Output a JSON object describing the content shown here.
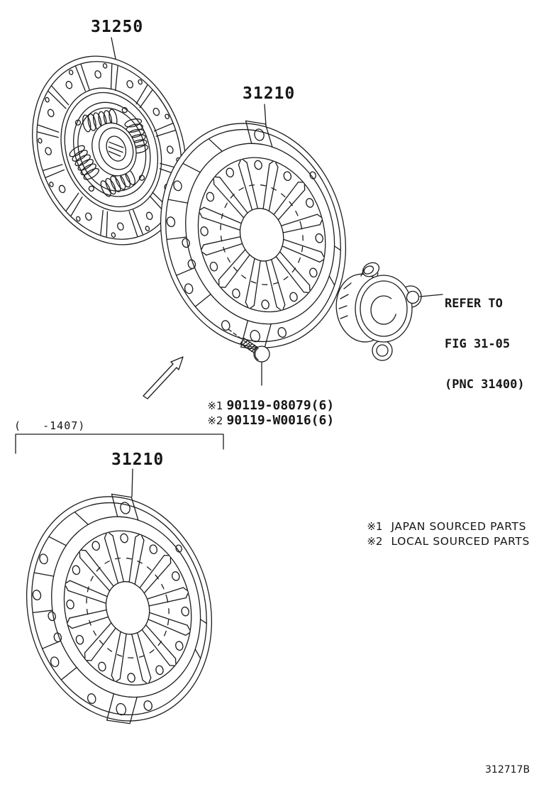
{
  "page": {
    "background": "#ffffff",
    "line_color": "#1c1c1c",
    "doc_code": "312717B"
  },
  "labels": {
    "clutch_disc": "31250",
    "clutch_cover_top": "31210",
    "clutch_cover_bottom": "31210"
  },
  "refer_note": {
    "line1": "REFER TO",
    "line2": "FIG 31-05",
    "line3": "(PNC 31400)"
  },
  "bolt_notes": [
    {
      "marker": "※1",
      "part_number": "90119-08079(6)"
    },
    {
      "marker": "※2",
      "part_number": "90119-W0016(6)"
    }
  ],
  "range_note": "(   -1407)",
  "legend": [
    {
      "marker": "※1",
      "text": "JAPAN SOURCED PARTS"
    },
    {
      "marker": "※2",
      "text": "LOCAL SOURCED PARTS"
    }
  ]
}
